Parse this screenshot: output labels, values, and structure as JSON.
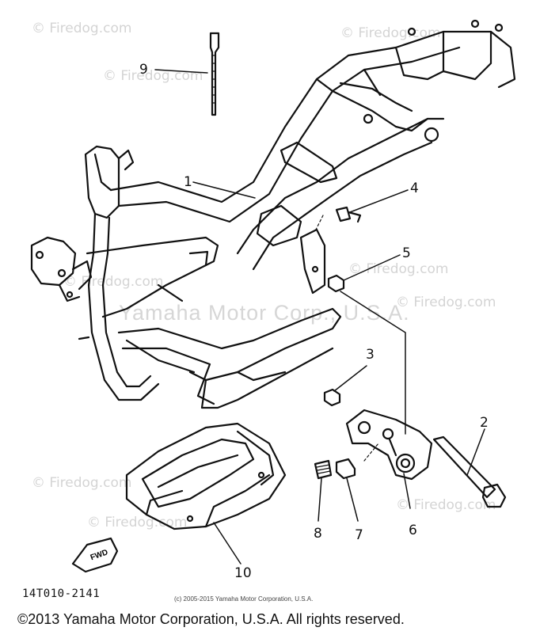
{
  "diagram": {
    "callouts": [
      "1",
      "2",
      "3",
      "4",
      "5",
      "6",
      "7",
      "8",
      "9",
      "10"
    ],
    "fwd_label": "FWD",
    "drawing_code": "14T010-2141",
    "small_copyright": "(c) 2005-2015 Yamaha Motor Corporation, U.S.A.",
    "copyright": "©2013 Yamaha Motor Corporation, U.S.A. All rights reserved."
  },
  "watermarks": {
    "site": "© Firedog.com",
    "company": "Yamaha Motor Corp., U.S.A."
  },
  "colors": {
    "line": "#111111",
    "watermark": "#d4d4d4",
    "background": "#ffffff"
  }
}
